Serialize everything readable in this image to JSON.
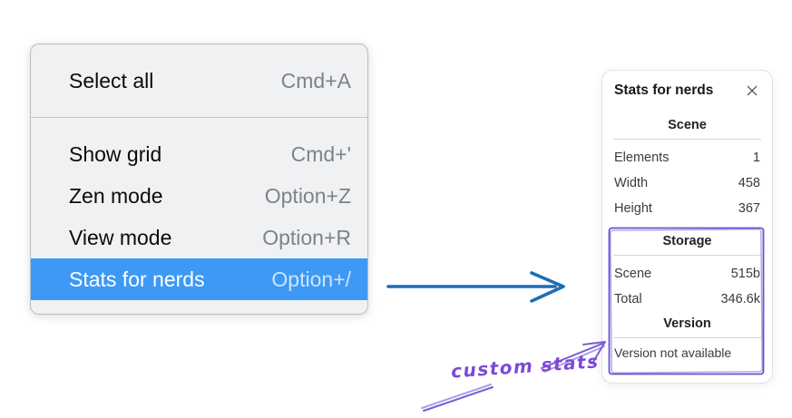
{
  "menu": {
    "items": [
      {
        "label": "Select all",
        "shortcut": "Cmd+A",
        "highlighted": false
      },
      {
        "label": "Show grid",
        "shortcut": "Cmd+'",
        "highlighted": false
      },
      {
        "label": "Zen mode",
        "shortcut": "Option+Z",
        "highlighted": false
      },
      {
        "label": "View mode",
        "shortcut": "Option+R",
        "highlighted": false
      },
      {
        "label": "Stats for nerds",
        "shortcut": "Option+/",
        "highlighted": true
      }
    ],
    "highlighted_item": "Stats for nerds",
    "highlight_color": "#3d99f5"
  },
  "panel": {
    "title": "Stats for nerds",
    "close_icon": "x-icon",
    "sections": {
      "scene": {
        "title": "Scene",
        "rows": [
          {
            "label": "Elements",
            "value": "1"
          },
          {
            "label": "Width",
            "value": "458"
          },
          {
            "label": "Height",
            "value": "367"
          }
        ]
      },
      "storage": {
        "title": "Storage",
        "rows": [
          {
            "label": "Scene",
            "value": "515b"
          },
          {
            "label": "Total",
            "value": "346.6k"
          }
        ]
      },
      "version": {
        "title": "Version",
        "note": "Version not available"
      }
    }
  },
  "annotation": {
    "label": "custom stats",
    "color": "#7c4ad6",
    "box_color": "#6b50cf"
  },
  "flow_arrow": {
    "color": "#1d6db5"
  }
}
